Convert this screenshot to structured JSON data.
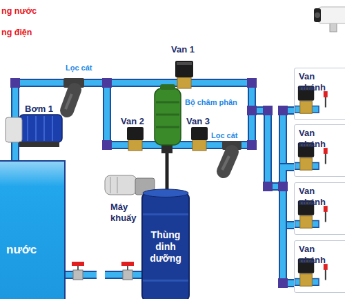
{
  "diagram": {
    "nodes": [
      {
        "text": [
          "nước"
        ]
      },
      {
        "text": [
          "Thùng dinh dưỡng"
        ]
      },
      {
        "text": [
          "Van nhánh"
        ]
      },
      {
        "text": [
          "Van nhánh"
        ]
      },
      {
        "text": [
          "Van nhánh"
        ]
      },
      {
        "text": [
          "Van nhánh"
        ]
      }
    ],
    "edges": [
      {
        "from": 0,
        "to": 2,
        "arrow": "none"
      },
      {
        "from": 0,
        "to": 3,
        "arrow": "none"
      },
      {
        "from": 0,
        "to": 4,
        "arrow": "none"
      },
      {
        "from": 0,
        "to": 5,
        "arrow": "none"
      }
    ],
    "labels": [
      "ng nước",
      "ng điện",
      "Van 1",
      "Lọc cát",
      "Bơm 1",
      "Van 2",
      "Bộ châm phân",
      "Van 3",
      "Lọc cát",
      "Máy khuấy"
    ]
  }
}
